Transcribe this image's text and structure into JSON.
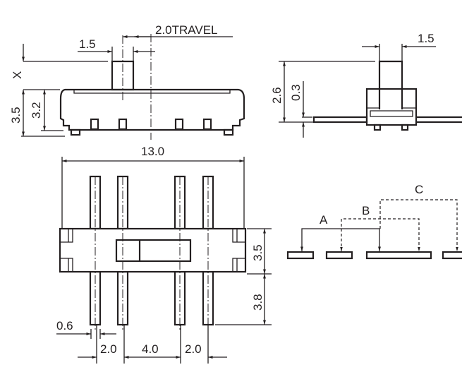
{
  "title": "Slide switch dimension drawing",
  "labels": {
    "travel": "2.0TRAVEL",
    "knob_width_side": "1.5",
    "knob_height": "X",
    "body_height": "3.5",
    "body_height_inner": "3.2",
    "knob_width_end": "1.5",
    "end_height": "2.6",
    "lead_thickness": "0.3",
    "length": "13.0",
    "width": "3.5",
    "pin_length": "3.8",
    "pin_width": "0.6",
    "pitch_1": "2.0",
    "pitch_2": "4.0",
    "pitch_3": "2.0",
    "pos_a": "A",
    "pos_b": "B",
    "pos_c": "C"
  },
  "colors": {
    "line": "#231f20"
  }
}
